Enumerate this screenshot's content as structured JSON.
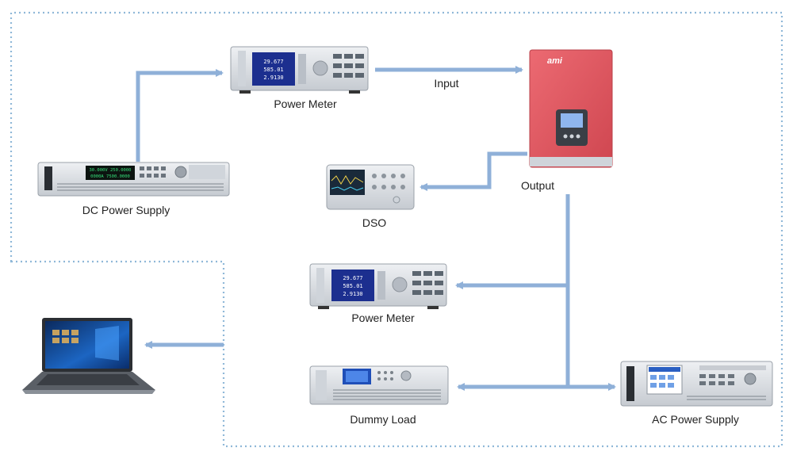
{
  "labels": {
    "power_meter_top": "Power Meter",
    "input": "Input",
    "output": "Output",
    "dc_power_supply": "DC Power Supply",
    "dso": "DSO",
    "power_meter_mid": "Power Meter",
    "dummy_load": "Dummy Load",
    "ac_power_supply": "AC Power Supply"
  },
  "screens": {
    "power_meter_top": [
      "29.677",
      "585.01",
      "2.9130"
    ],
    "power_meter_mid": [
      "29.677",
      "585.01",
      "2.9130"
    ],
    "dc_supply": [
      "30.000V  250.0000",
      "0000A  7500.0000"
    ]
  },
  "inverter_logo": "ami",
  "colors": {
    "connector": "#8fb0d8",
    "dotted_border": "#8fb8d8",
    "inverter": "#e0565f",
    "instrument_body": "#d9dde2",
    "screen": "#1c2f8f"
  }
}
